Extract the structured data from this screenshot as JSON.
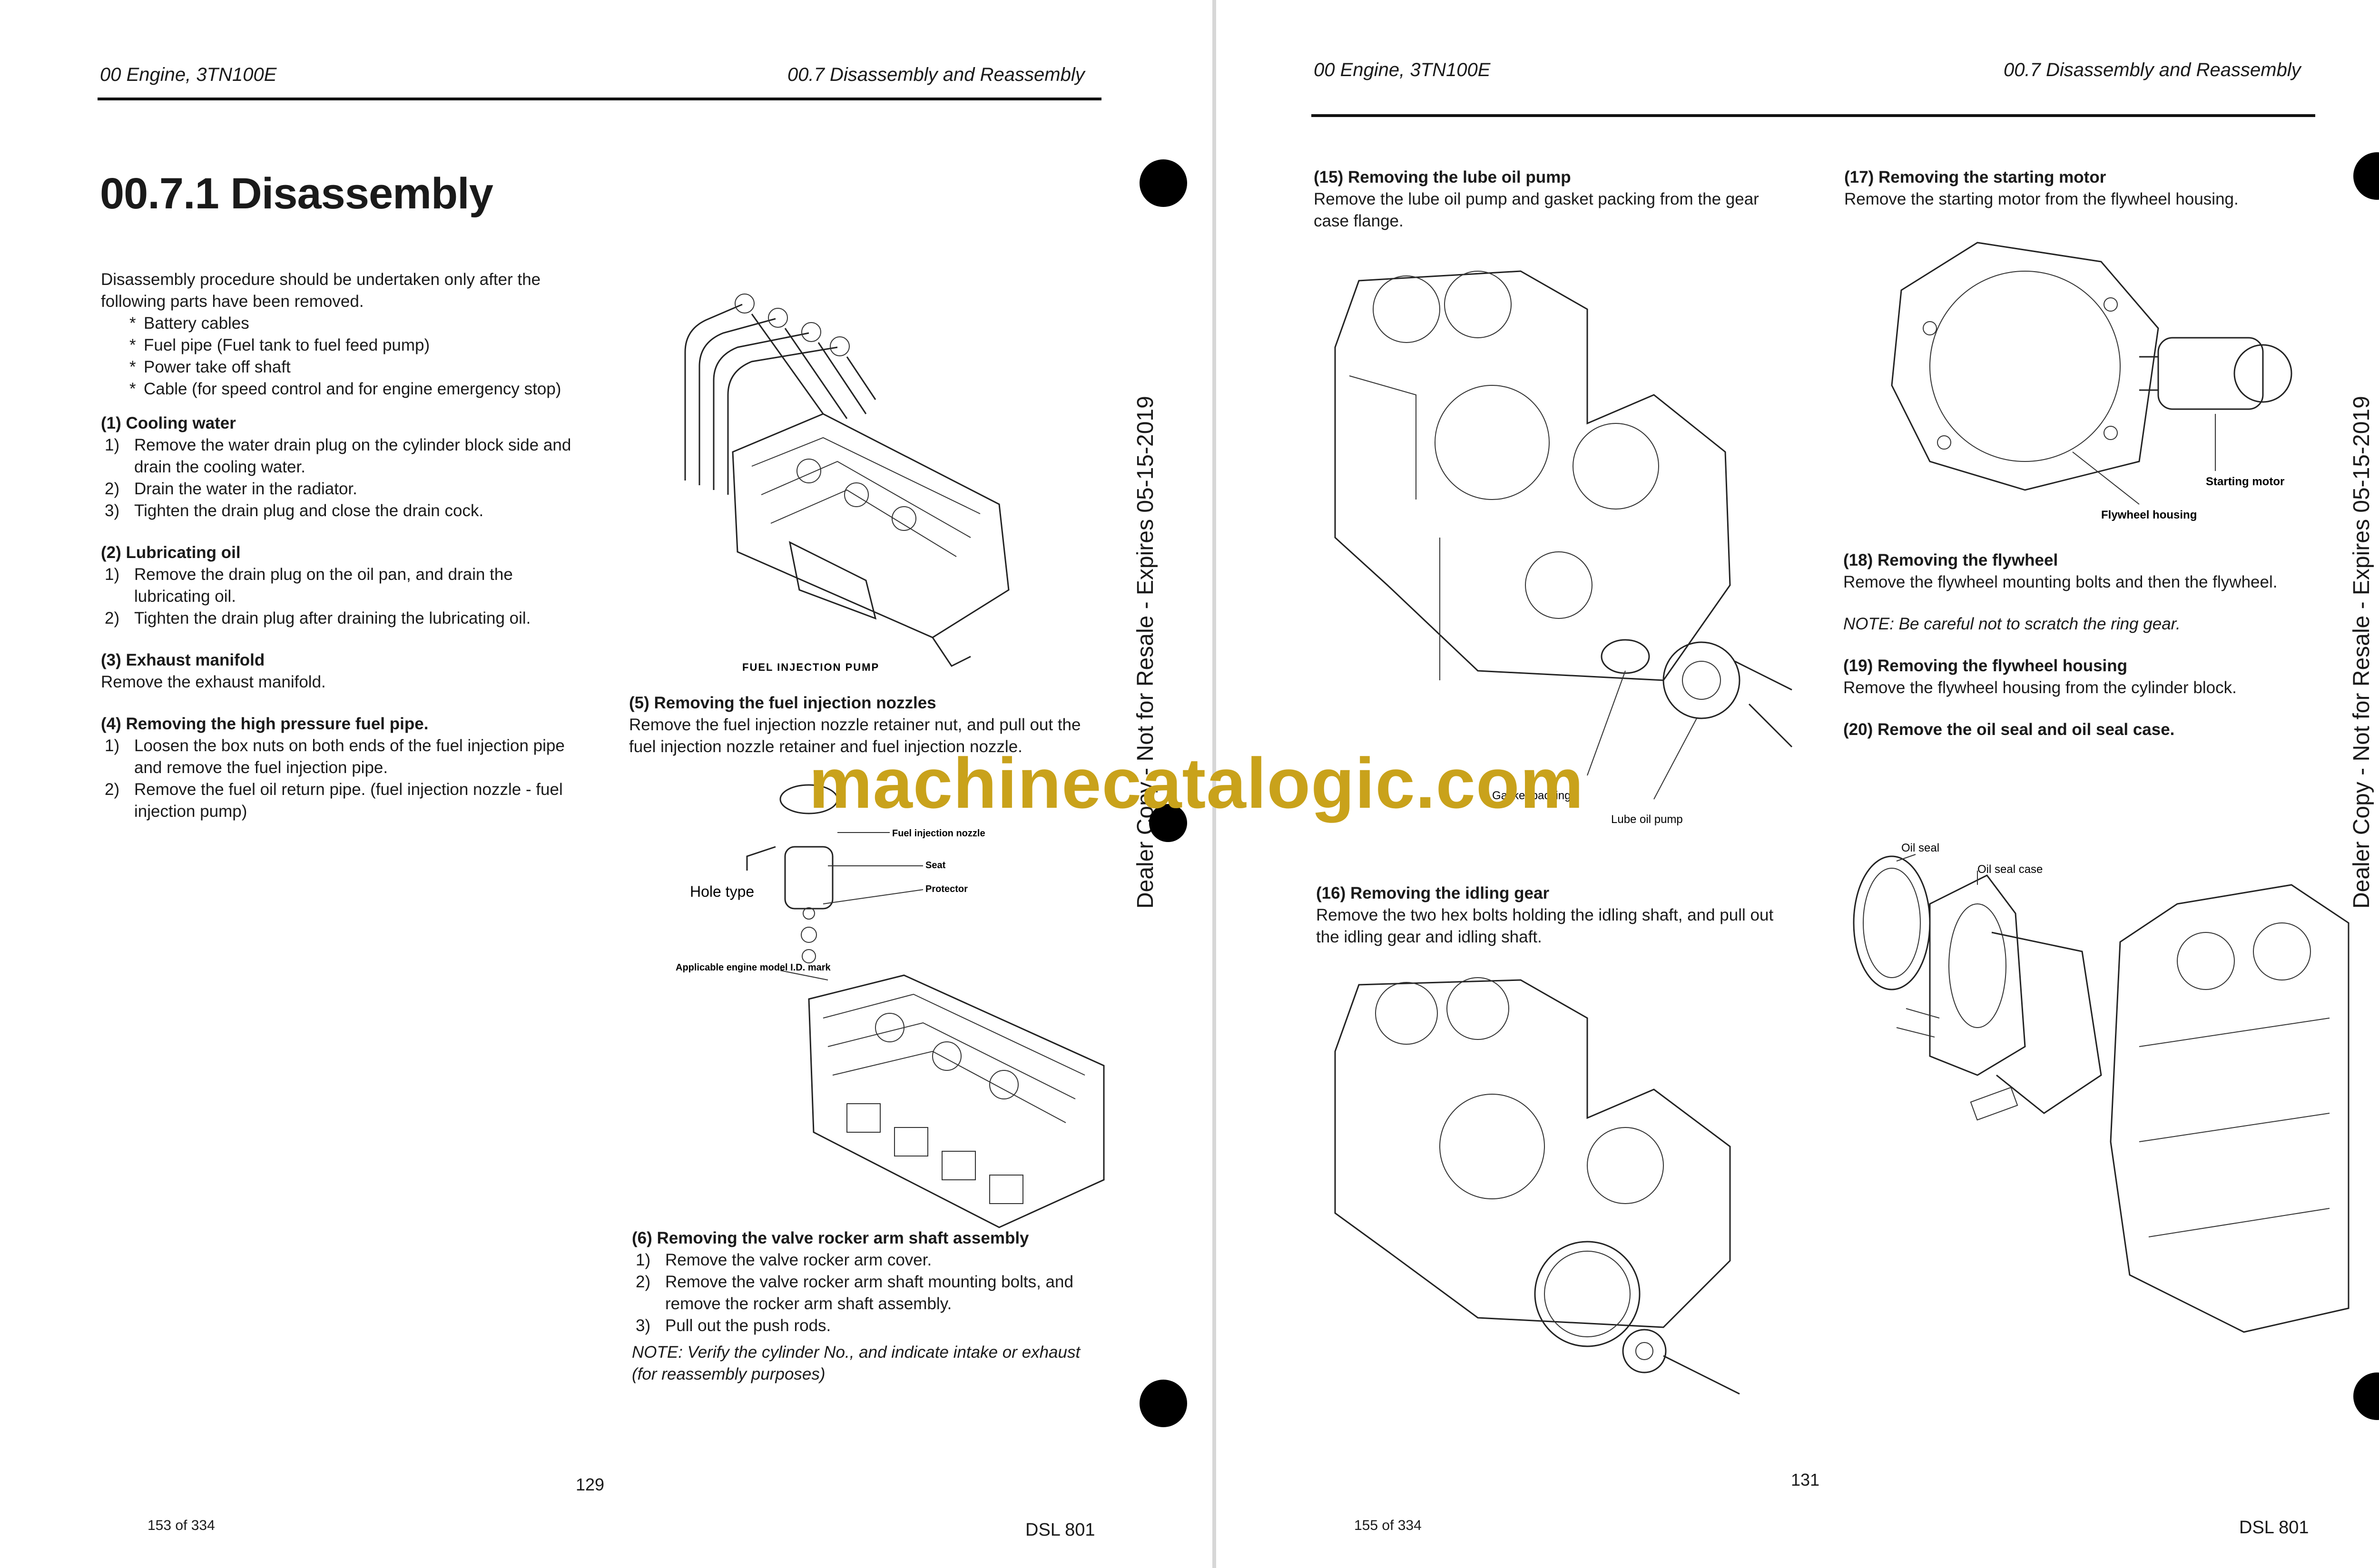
{
  "left_page": {
    "header_left": "00 Engine, 3TN100E",
    "header_right": "00.7 Disassembly and Reassembly",
    "title": "00.7.1 Disassembly",
    "intro": "Disassembly procedure should be undertaken only after the following parts have been removed.",
    "bullets": [
      "Battery cables",
      "Fuel pipe (Fuel tank to fuel feed pump)",
      "Power take off shaft",
      "Cable (for speed control and for engine emergency stop)"
    ],
    "s1_title": "(1) Cooling water",
    "s1_items": [
      {
        "n": "1)",
        "t": "Remove the water drain plug on the cylinder block side and drain the cooling water."
      },
      {
        "n": "2)",
        "t": "Drain the water in the radiator."
      },
      {
        "n": "3)",
        "t": "Tighten the drain plug and close the drain cock."
      }
    ],
    "s2_title": "(2) Lubricating oil",
    "s2_items": [
      {
        "n": "1)",
        "t": "Remove the drain plug on the oil pan, and drain the lubricating oil."
      },
      {
        "n": "2)",
        "t": "Tighten the drain plug after draining the lubricating oil."
      }
    ],
    "s3_title": "(3) Exhaust manifold",
    "s3_text": "Remove the exhaust manifold.",
    "s4_title": "(4) Removing the high pressure fuel pipe.",
    "s4_items": [
      {
        "n": "1)",
        "t": "Loosen the box nuts on both ends of the fuel injection pipe and remove the fuel injection pipe."
      },
      {
        "n": "2)",
        "t": "Remove the fuel oil return pipe. (fuel injection nozzle - fuel injection pump)"
      }
    ],
    "fig1_label": "FUEL INJECTION PUMP",
    "s5_title": "(5) Removing the fuel injection nozzles",
    "s5_text": "Remove the fuel injection nozzle retainer nut, and pull out the fuel injection nozzle retainer and fuel injection nozzle.",
    "fig2_labels": {
      "nozzle": "Fuel injection nozzle",
      "seat": "Seat",
      "protector": "Protector",
      "hole_type": "Hole type",
      "model_mark": "Applicable engine model I.D. mark"
    },
    "s6_title": "(6) Removing the valve rocker arm shaft assembly",
    "s6_items": [
      {
        "n": "1)",
        "t": "Remove the valve rocker arm cover."
      },
      {
        "n": "2)",
        "t": "Remove the valve rocker arm shaft mounting bolts, and remove the rocker arm shaft assembly."
      },
      {
        "n": "3)",
        "t": "Pull out the push rods."
      }
    ],
    "s6_note": "NOTE:  Verify the cylinder No., and indicate intake or exhaust (for reassembly purposes)",
    "page_number": "129",
    "pdf_page": "153 of 334",
    "doc_code": "DSL 801"
  },
  "right_page": {
    "header_left": "00 Engine, 3TN100E",
    "header_right": "00.7 Disassembly and Reassembly",
    "s15_title": "(15) Removing the lube oil pump",
    "s15_text": "Remove the lube oil pump and gasket packing from the gear case flange.",
    "fig15_labels": {
      "gasket": "Gasket packing",
      "pump": "Lube oil pump"
    },
    "s16_title": "(16) Removing the idling gear",
    "s16_text": "Remove the two hex bolts holding the idling shaft, and pull out the idling gear and idling shaft.",
    "s17_title": "(17) Removing the starting motor",
    "s17_text": "Remove the starting motor from the flywheel housing.",
    "fig17_labels": {
      "motor": "Starting motor",
      "housing": "Flywheel housing"
    },
    "s18_title": "(18) Removing the flywheel",
    "s18_text": "Remove the flywheel mounting bolts and then the flywheel.",
    "s18_note": "NOTE:  Be careful not to scratch the ring gear.",
    "s19_title": "(19) Removing the flywheel housing",
    "s19_text": "Remove the flywheel housing from the cylinder block.",
    "s20_title": "(20) Remove the oil seal and oil seal case.",
    "fig20_labels": {
      "seal": "Oil seal",
      "case": "Oil seal case"
    },
    "page_number": "131",
    "pdf_page": "155 of 334",
    "doc_code": "DSL 801"
  },
  "stamp": "Dealer Copy - Not for Resale - Expires 05-15-2019",
  "watermark": "machinecatalogic.com"
}
